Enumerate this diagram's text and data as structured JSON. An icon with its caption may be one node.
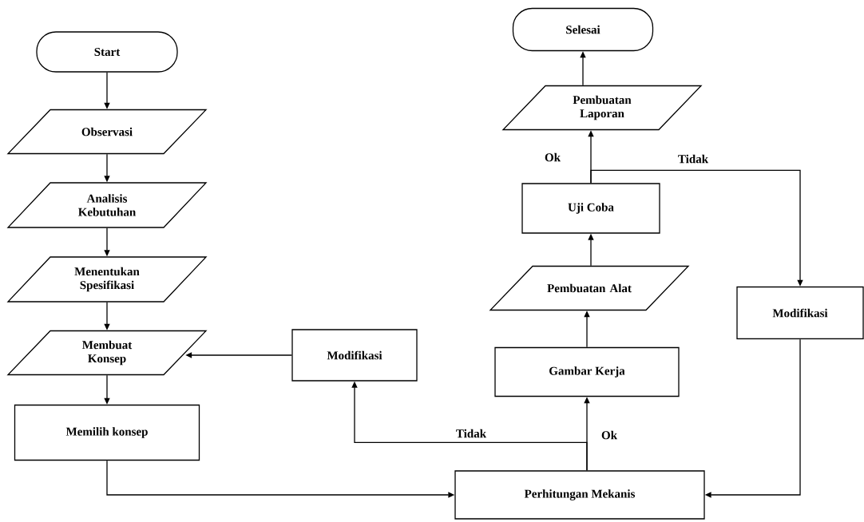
{
  "diagram": {
    "nodes": [
      {
        "text": [
          "Start"
        ]
      },
      {
        "text": [
          "Observasi"
        ]
      },
      {
        "text": [
          "Analisis Kebutuhan"
        ]
      },
      {
        "text": [
          "Menentukan Spesifikasi"
        ]
      },
      {
        "text": [
          "Membuat Konsep"
        ]
      },
      {
        "text": [
          "Memilih konsep"
        ]
      },
      {
        "text": [
          "Modifikasi"
        ]
      },
      {
        "text": [
          "Selesai"
        ]
      },
      {
        "text": [
          "Pembuatan Laporan"
        ]
      },
      {
        "text": [
          "Uji Coba"
        ]
      },
      {
        "text": [
          "Pembuatan Alat"
        ]
      },
      {
        "text": [
          "Gambar Kerja"
        ]
      },
      {
        "text": [
          "Modifikasi"
        ]
      },
      {
        "text": [
          "Perhitungan Mekanis"
        ]
      }
    ],
    "edges": [
      {
        "from": 0,
        "to": 1,
        "arrow": "to"
      },
      {
        "from": 1,
        "to": 2,
        "arrow": "to"
      },
      {
        "from": 2,
        "to": 3,
        "arrow": "to"
      },
      {
        "from": 3,
        "to": 4,
        "arrow": "to"
      },
      {
        "from": 4,
        "to": 5,
        "arrow": "to"
      },
      {
        "from": 6,
        "to": 4,
        "arrow": "to"
      },
      {
        "from": 5,
        "to": 13,
        "arrow": "to"
      },
      {
        "from": 13,
        "to": 11,
        "arrow": "to",
        "label": "Ok"
      },
      {
        "from": 13,
        "to": 6,
        "arrow": "to",
        "label": "Tidak"
      },
      {
        "from": 11,
        "to": 10,
        "arrow": "to"
      },
      {
        "from": 10,
        "to": 9,
        "arrow": "to"
      },
      {
        "from": 9,
        "to": 8,
        "arrow": "to",
        "label": "Ok"
      },
      {
        "from": 9,
        "to": 12,
        "arrow": "to",
        "label": "Tidak"
      },
      {
        "from": 8,
        "to": 7,
        "arrow": "to"
      },
      {
        "from": 12,
        "to": 13,
        "arrow": "to"
      }
    ]
  }
}
